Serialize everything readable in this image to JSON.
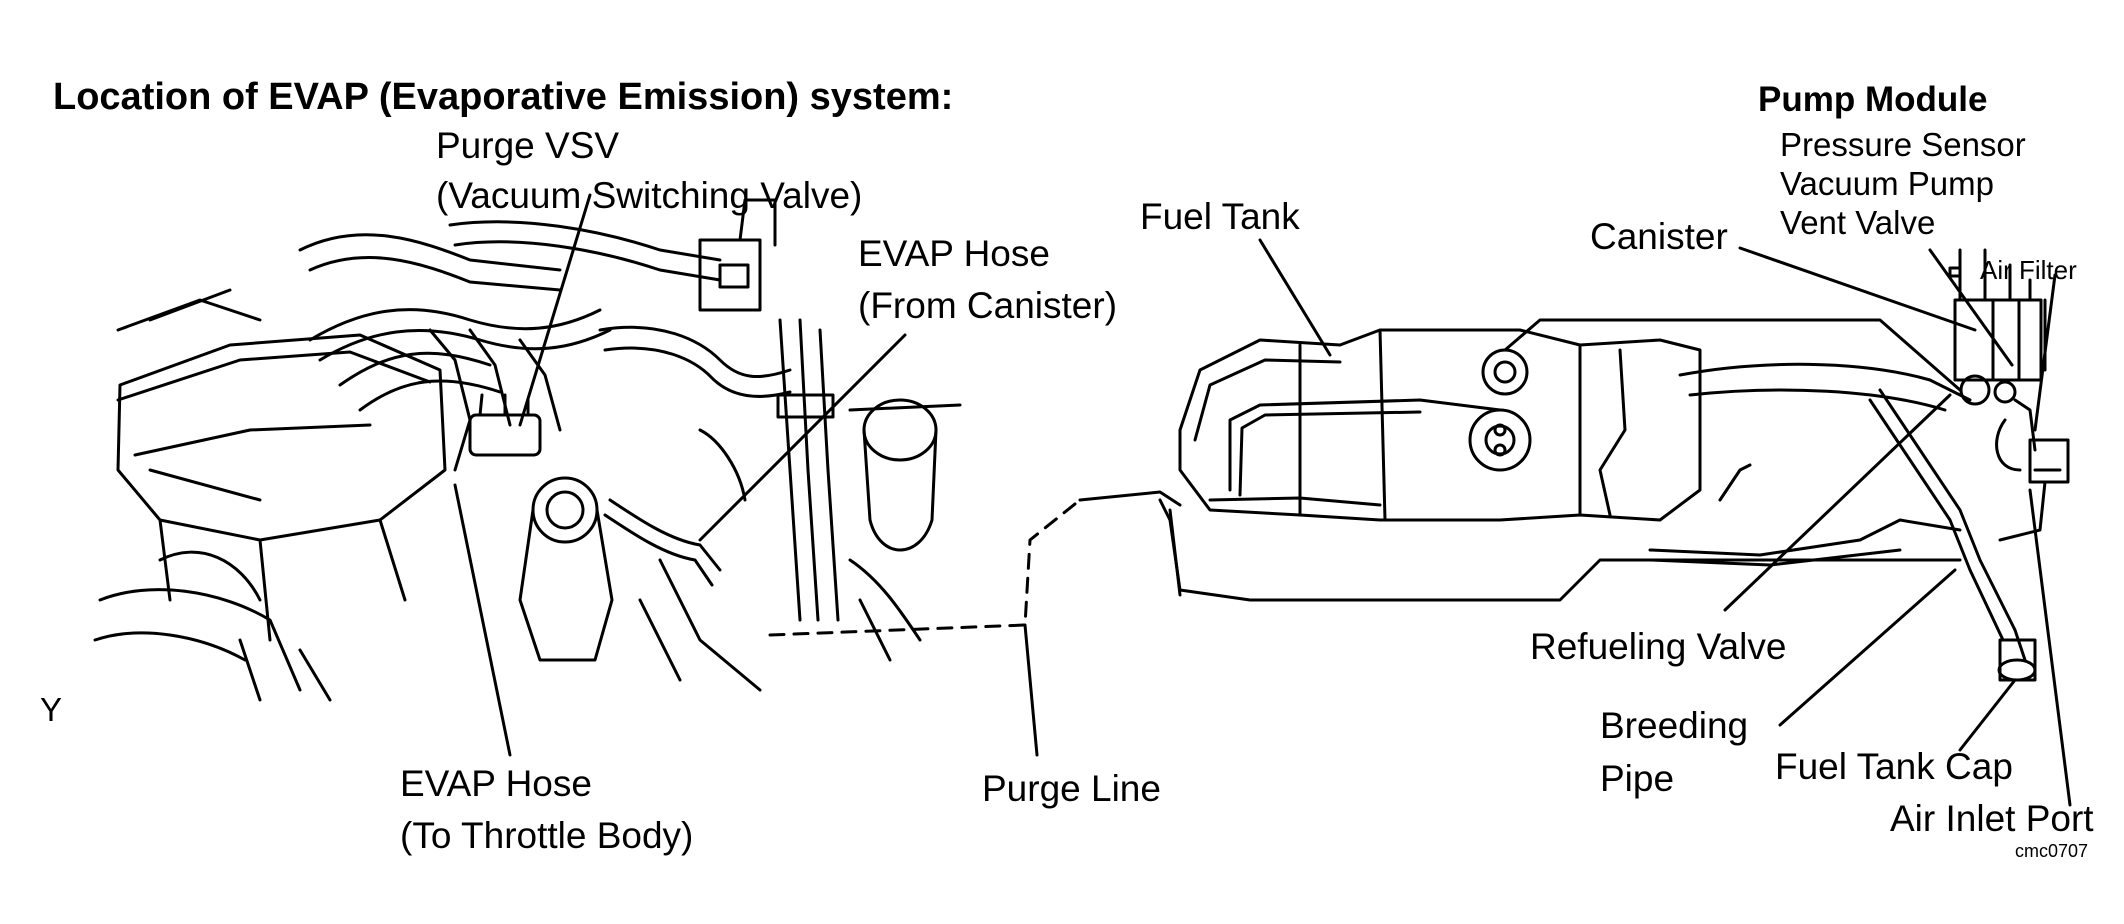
{
  "title": "Location of EVAP (Evaporative Emission) system:",
  "labels": {
    "purge_vsv_line1": "Purge VSV",
    "purge_vsv_line2": "(Vacuum Switching Valve)",
    "evap_hose_canister_line1": "EVAP Hose",
    "evap_hose_canister_line2": "(From Canister)",
    "fuel_tank": "Fuel Tank",
    "pump_module": "Pump Module",
    "pressure_sensor": "Pressure Sensor",
    "vacuum_pump": "Vacuum Pump",
    "vent_valve": "Vent Valve",
    "canister": "Canister",
    "air_filter": "Air Filter",
    "refueling_valve": "Refueling Valve",
    "breeding_pipe_line1": "Breeding",
    "breeding_pipe_line2": "Pipe",
    "fuel_tank_cap": "Fuel Tank Cap",
    "air_inlet_port": "Air Inlet Port",
    "purge_line": "Purge Line",
    "evap_hose_throttle_line1": "EVAP Hose",
    "evap_hose_throttle_line2": "(To Throttle Body)",
    "figure_code": "cmc0707",
    "margin_mark": "Y"
  }
}
